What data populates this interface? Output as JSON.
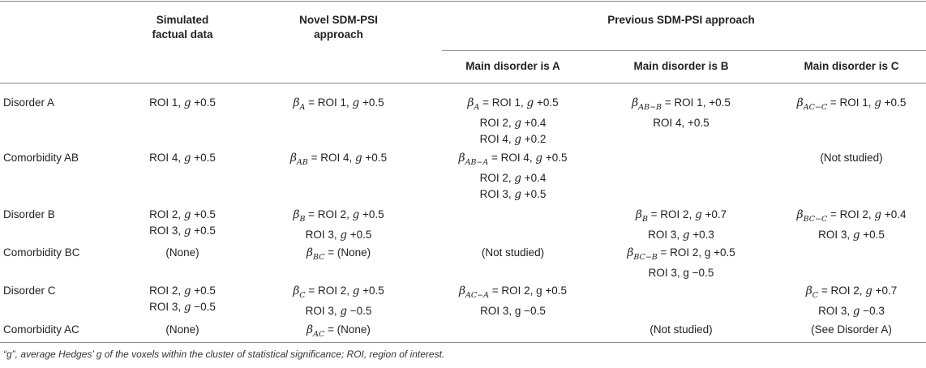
{
  "headers": {
    "col1": [
      "Simulated",
      "factual data"
    ],
    "col2": [
      "Novel SDM-PSI",
      "approach"
    ],
    "previous": "Previous SDM-PSI approach",
    "sub_a": "Main disorder is A",
    "sub_b": "Main disorder is B",
    "sub_c": "Main disorder is C"
  },
  "rows": [
    {
      "label": "Disorder A",
      "sim": [
        {
          "t": "ROI 1, ",
          "g": "g",
          "v": " +0.5"
        }
      ],
      "novel": [
        {
          "beta": "A",
          "t": " = ROI 1, ",
          "g": "g",
          "v": " +0.5"
        }
      ],
      "a": [
        {
          "beta": "A",
          "t": " = ROI 1, ",
          "g": "g",
          "v": " +0.5"
        },
        {
          "t": "ROI 2, ",
          "g": "g",
          "v": " +0.4"
        },
        {
          "t": "ROI 4, ",
          "g": "g",
          "v": " +0.2"
        }
      ],
      "b": [
        {
          "beta": "AB−B",
          "t": " = ROI 1, +0.5"
        },
        {
          "t": "ROI 4, +0.5"
        }
      ],
      "c": [
        {
          "beta": "AC−C",
          "t": " = ROI 1, ",
          "g": "g",
          "v": " +0.5"
        }
      ]
    },
    {
      "label": "Comorbidity AB",
      "sim": [
        {
          "t": "ROI 4, ",
          "g": "g",
          "v": " +0.5"
        }
      ],
      "novel": [
        {
          "beta": "AB",
          "t": " = ROI 4, ",
          "g": "g",
          "v": " +0.5"
        }
      ],
      "a": [
        {
          "beta": "AB−A",
          "t": " = ROI 4, ",
          "g": "g",
          "v": " +0.5"
        },
        {
          "t": "ROI 2, ",
          "g": "g",
          "v": " +0.4"
        },
        {
          "t": "ROI 3, ",
          "g": "g",
          "v": " +0.5"
        }
      ],
      "b": [],
      "c": [
        {
          "t": "(Not studied)"
        }
      ]
    },
    {
      "label": "Disorder B",
      "sim": [
        {
          "t": "ROI 2, ",
          "g": "g",
          "v": " +0.5"
        },
        {
          "t": "ROI 3, ",
          "g": "g",
          "v": " +0.5"
        }
      ],
      "novel": [
        {
          "beta": "B",
          "t": " = ROI 2, ",
          "g": "g",
          "v": " +0.5"
        },
        {
          "t": "ROI 3, ",
          "g": "g",
          "v": " +0.5"
        }
      ],
      "a": [],
      "b": [
        {
          "beta": "B",
          "t": " = ROI 2, ",
          "g": "g",
          "v": " +0.7"
        },
        {
          "t": "ROI 3, ",
          "g": "g",
          "v": " +0.3"
        }
      ],
      "c": [
        {
          "beta": "BC−C",
          "t": " = ROI 2, ",
          "g": "g",
          "v": " +0.4"
        },
        {
          "t": "ROI 3, ",
          "g": "g",
          "v": " +0.5"
        }
      ]
    },
    {
      "label": "Comorbidity BC",
      "sim": [
        {
          "t": "(None)"
        }
      ],
      "novel": [
        {
          "beta": "BC",
          "t": " = (None)"
        }
      ],
      "a": [
        {
          "t": "(Not studied)"
        }
      ],
      "b": [
        {
          "beta": "BC−B",
          "t": " = ROI 2, g +0.5"
        },
        {
          "t": "ROI 3, g −0.5"
        }
      ],
      "c": []
    },
    {
      "label": "Disorder C",
      "sim": [
        {
          "t": "ROI 2, ",
          "g": "g",
          "v": " +0.5"
        },
        {
          "t": "ROI 3, ",
          "g": "g",
          "v": " −0.5"
        }
      ],
      "novel": [
        {
          "beta": "C",
          "t": " = ROI 2, ",
          "g": "g",
          "v": " +0.5"
        },
        {
          "t": "ROI 3, ",
          "g": "g",
          "v": " −0.5"
        }
      ],
      "a": [
        {
          "beta": "AC−A",
          "t": " = ROI 2, g +0.5"
        },
        {
          "t": "ROI 3, g −0.5"
        }
      ],
      "b": [],
      "c": [
        {
          "beta": "C",
          "t": " = ROI 2, ",
          "g": "g",
          "v": " +0.7"
        },
        {
          "t": "ROI 3, ",
          "g": "g",
          "v": " −0.3"
        }
      ]
    },
    {
      "label": "Comorbidity AC",
      "sim": [
        {
          "t": "(None)"
        }
      ],
      "novel": [
        {
          "beta": "AC",
          "t": " = (None)"
        }
      ],
      "a": [],
      "b": [
        {
          "t": "(Not studied)"
        }
      ],
      "c": [
        {
          "t": "(See Disorder A)"
        }
      ]
    }
  ],
  "footnote": "“g”, average Hedges’ g of the voxels within the cluster of statistical significance; ROI, region of interest."
}
